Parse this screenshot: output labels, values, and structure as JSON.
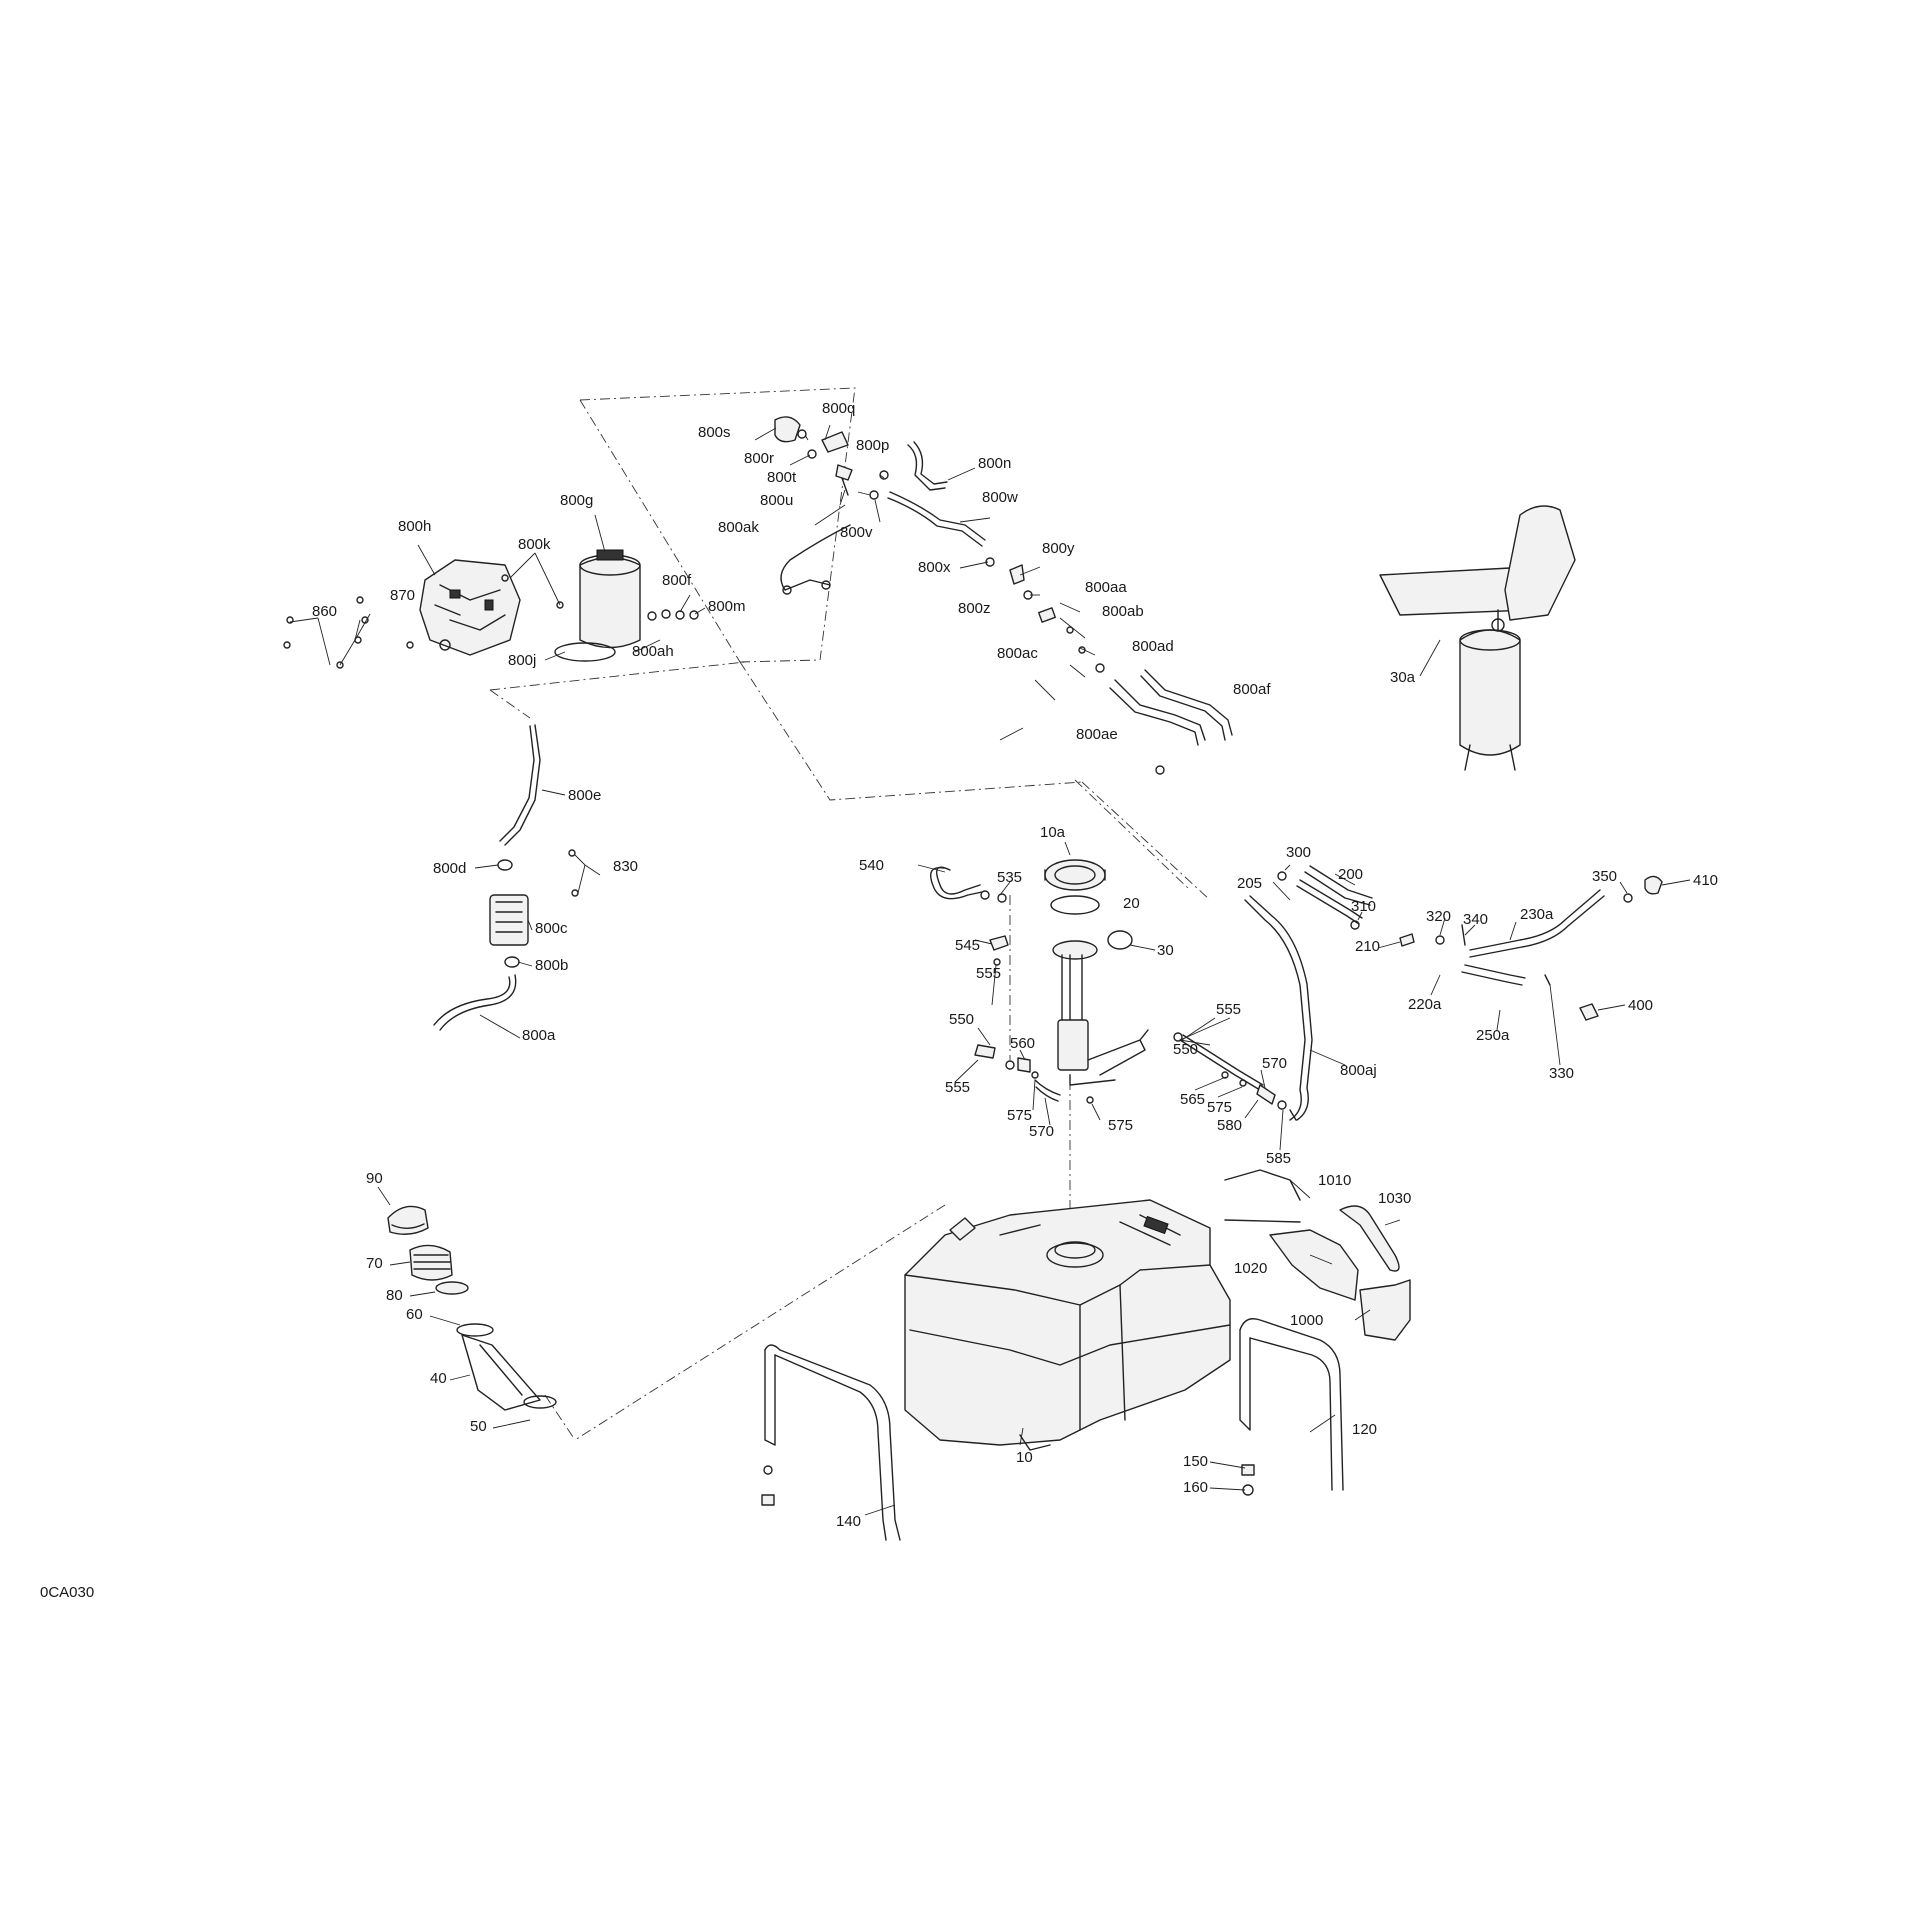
{
  "diagram_code": "0CA030",
  "callouts": {
    "c10": "10",
    "c10a": "10a",
    "c20": "20",
    "c30": "30",
    "c30a": "30a",
    "c40": "40",
    "c50": "50",
    "c60": "60",
    "c70": "70",
    "c80": "80",
    "c90": "90",
    "c120": "120",
    "c140": "140",
    "c150": "150",
    "c160": "160",
    "c200": "200",
    "c205": "205",
    "c210": "210",
    "c220a": "220a",
    "c230a": "230a",
    "c250a": "250a",
    "c300": "300",
    "c310": "310",
    "c320": "320",
    "c330": "330",
    "c340": "340",
    "c350": "350",
    "c400": "400",
    "c410": "410",
    "c535": "535",
    "c540": "540",
    "c545": "545",
    "c550a": "550",
    "c550b": "550",
    "c555a": "555",
    "c555b": "555",
    "c555c": "555",
    "c560": "560",
    "c565": "565",
    "c570a": "570",
    "c570b": "570",
    "c575a": "575",
    "c575b": "575",
    "c575c": "575",
    "c580": "580",
    "c585": "585",
    "c800a": "800a",
    "c800b": "800b",
    "c800c": "800c",
    "c800d": "800d",
    "c800e": "800e",
    "c800f": "800f",
    "c800g": "800g",
    "c800h": "800h",
    "c800j": "800j",
    "c800k": "800k",
    "c800m": "800m",
    "c800n": "800n",
    "c800p": "800p",
    "c800q": "800q",
    "c800r": "800r",
    "c800s": "800s",
    "c800t": "800t",
    "c800u": "800u",
    "c800v": "800v",
    "c800w": "800w",
    "c800x": "800x",
    "c800y": "800y",
    "c800z": "800z",
    "c800aa": "800aa",
    "c800ab": "800ab",
    "c800ac": "800ac",
    "c800ad": "800ad",
    "c800ae": "800ae",
    "c800af": "800af",
    "c800ah": "800ah",
    "c800aj": "800aj",
    "c800ak": "800ak",
    "c830": "830",
    "c860": "860",
    "c870": "870",
    "c1000": "1000",
    "c1010": "1010",
    "c1020": "1020",
    "c1030": "1030"
  }
}
